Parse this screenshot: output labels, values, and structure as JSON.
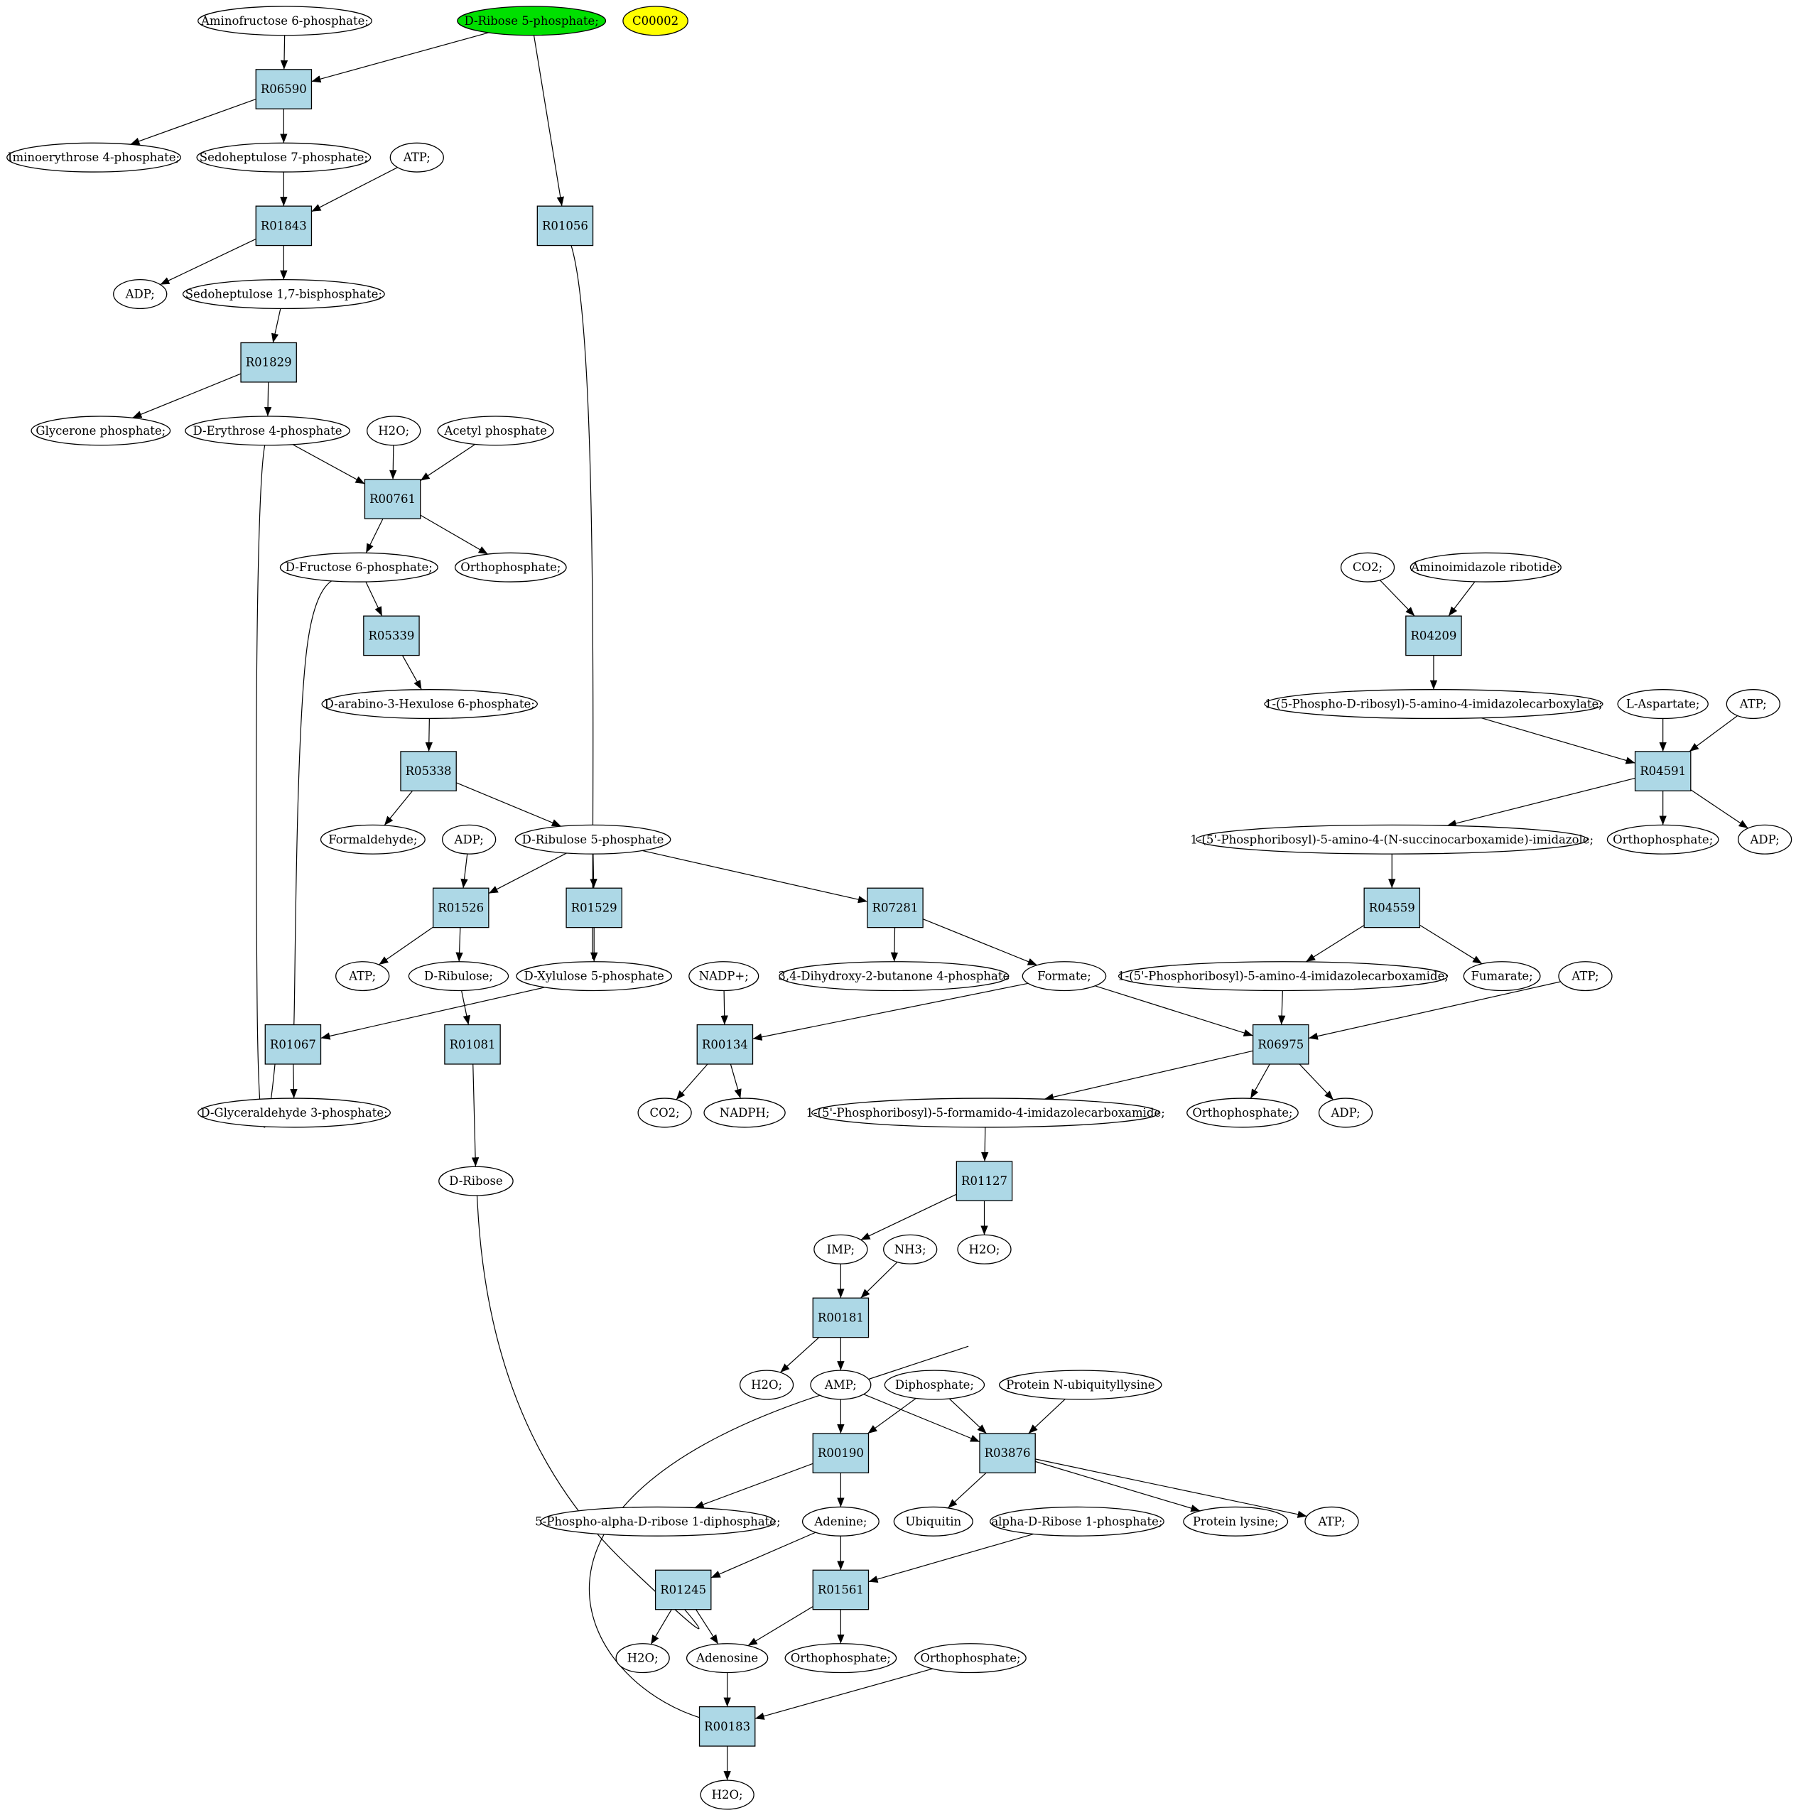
{
  "compounds": {
    "aminofructose6p": {
      "label": "Aminofructose 6-phosphate;"
    },
    "dribose5p": {
      "label": "D-Ribose 5-phosphate;",
      "fill": "#00e000"
    },
    "c00002": {
      "label": "C00002",
      "fill": "#ffff00"
    },
    "iminoerythrose4p": {
      "label": "Iminoerythrose 4-phosphate;"
    },
    "sedoheptulose7p": {
      "label": "Sedoheptulose 7-phosphate;"
    },
    "atp1": {
      "label": "ATP;"
    },
    "adp1": {
      "label": "ADP;"
    },
    "sedoheptulose17bp": {
      "label": "Sedoheptulose 1,7-bisphosphate;"
    },
    "glyceronep": {
      "label": "Glycerone phosphate;"
    },
    "derythrose4p": {
      "label": "D-Erythrose 4-phosphate"
    },
    "h2o1": {
      "label": "H2O;"
    },
    "acetylphosphate": {
      "label": "Acetyl phosphate"
    },
    "dfructose6p": {
      "label": "D-Fructose 6-phosphate;"
    },
    "orthophosphate1": {
      "label": "Orthophosphate;"
    },
    "darabino3hexulose6p": {
      "label": "D-arabino-3-Hexulose 6-phosphate;"
    },
    "formaldehyde": {
      "label": "Formaldehyde;"
    },
    "adp2": {
      "label": "ADP;"
    },
    "dribulose5p": {
      "label": "D-Ribulose 5-phosphate"
    },
    "atp2": {
      "label": "ATP;"
    },
    "dribulose": {
      "label": "D-Ribulose;"
    },
    "dxylulose5p": {
      "label": "D-Xylulose 5-phosphate"
    },
    "dglyceraldehyde3p": {
      "label": "D-Glyceraldehyde 3-phosphate;"
    },
    "dribose": {
      "label": "D-Ribose"
    },
    "nadp": {
      "label": "NADP+;"
    },
    "co2a": {
      "label": "CO2;"
    },
    "nadph": {
      "label": "NADPH;"
    },
    "dihydroxybutanone4p": {
      "label": "3,4-Dihydroxy-2-butanone 4-phosphate"
    },
    "formate": {
      "label": "Formate;"
    },
    "co2b": {
      "label": "CO2;"
    },
    "aminoimidazoleribotide": {
      "label": "Aminoimidazole ribotide;"
    },
    "air_carboxylate": {
      "label": "1-(5-Phospho-D-ribosyl)-5-amino-4-imidazolecarboxylate;"
    },
    "laspartate": {
      "label": "L-Aspartate;"
    },
    "atp3": {
      "label": "ATP;"
    },
    "saicar": {
      "label": "1-(5'-Phosphoribosyl)-5-amino-4-(N-succinocarboxamide)-imidazole;"
    },
    "orthophosphate2": {
      "label": "Orthophosphate;"
    },
    "adp3": {
      "label": "ADP;"
    },
    "aicar": {
      "label": "1-(5'-Phosphoribosyl)-5-amino-4-imidazolecarboxamide;"
    },
    "fumarate": {
      "label": "Fumarate;"
    },
    "atp4": {
      "label": "ATP;"
    },
    "faicar": {
      "label": "1-(5'-Phosphoribosyl)-5-formamido-4-imidazolecarboxamide;"
    },
    "orthophosphate3": {
      "label": "Orthophosphate;"
    },
    "adp4": {
      "label": "ADP;"
    },
    "imp": {
      "label": "IMP;"
    },
    "nh3": {
      "label": "NH3;"
    },
    "h2o2": {
      "label": "H2O;"
    },
    "h2o3": {
      "label": "H2O;"
    },
    "amp": {
      "label": "AMP;"
    },
    "diphosphate": {
      "label": "Diphosphate;"
    },
    "proteinubiquityllysine": {
      "label": "Protein N-ubiquityllysine"
    },
    "prpp": {
      "label": "5-Phospho-alpha-D-ribose 1-diphosphate;"
    },
    "adenine": {
      "label": "Adenine;"
    },
    "ubiquitin": {
      "label": "Ubiquitin"
    },
    "alphadribose1p": {
      "label": "alpha-D-Ribose 1-phosphate;"
    },
    "proteinlysine": {
      "label": "Protein lysine;"
    },
    "atp5": {
      "label": "ATP;"
    },
    "h2o4": {
      "label": "H2O;"
    },
    "adenosine": {
      "label": "Adenosine"
    },
    "orthophosphate4": {
      "label": "Orthophosphate;"
    },
    "orthophosphate5": {
      "label": "Orthophosphate;"
    },
    "h2o5": {
      "label": "H2O;"
    }
  },
  "reactions": {
    "r06590": {
      "label": "R06590"
    },
    "r01843": {
      "label": "R01843"
    },
    "r01056": {
      "label": "R01056"
    },
    "r01829": {
      "label": "R01829"
    },
    "r00761": {
      "label": "R00761"
    },
    "r05339": {
      "label": "R05339"
    },
    "r05338": {
      "label": "R05338"
    },
    "r01526": {
      "label": "R01526"
    },
    "r01529": {
      "label": "R01529"
    },
    "r07281": {
      "label": "R07281"
    },
    "r01067": {
      "label": "R01067"
    },
    "r01081": {
      "label": "R01081"
    },
    "r00134": {
      "label": "R00134"
    },
    "r04209": {
      "label": "R04209"
    },
    "r04591": {
      "label": "R04591"
    },
    "r04559": {
      "label": "R04559"
    },
    "r06975": {
      "label": "R06975"
    },
    "r01127": {
      "label": "R01127"
    },
    "r00181": {
      "label": "R00181"
    },
    "r00190": {
      "label": "R00190"
    },
    "r03876": {
      "label": "R03876"
    },
    "r01245": {
      "label": "R01245"
    },
    "r01561": {
      "label": "R01561"
    },
    "r00183": {
      "label": "R00183"
    }
  },
  "edges": [
    [
      "aminofructose6p",
      "r06590"
    ],
    [
      "dribose5p",
      "r06590"
    ],
    [
      "r06590",
      "iminoerythrose4p"
    ],
    [
      "r06590",
      "sedoheptulose7p"
    ],
    [
      "dribose5p",
      "r01056"
    ],
    [
      "r01056",
      "dribulose5p"
    ],
    [
      "sedoheptulose7p",
      "r01843"
    ],
    [
      "atp1",
      "r01843"
    ],
    [
      "r01843",
      "adp1"
    ],
    [
      "r01843",
      "sedoheptulose17bp"
    ],
    [
      "sedoheptulose17bp",
      "r01829"
    ],
    [
      "r01829",
      "glyceronep"
    ],
    [
      "r01829",
      "derythrose4p"
    ],
    [
      "derythrose4p",
      "r00761"
    ],
    [
      "h2o1",
      "r00761"
    ],
    [
      "acetylphosphate",
      "r00761"
    ],
    [
      "r00761",
      "dfructose6p"
    ],
    [
      "r00761",
      "orthophosphate1"
    ],
    [
      "dfructose6p",
      "r05339"
    ],
    [
      "r05339",
      "darabino3hexulose6p"
    ],
    [
      "darabino3hexulose6p",
      "r05338"
    ],
    [
      "r05338",
      "formaldehyde"
    ],
    [
      "r05338",
      "dribulose5p"
    ],
    [
      "adp2",
      "r01526"
    ],
    [
      "dribulose5p",
      "r01526"
    ],
    [
      "r01526",
      "atp2"
    ],
    [
      "r01526",
      "dribulose"
    ],
    [
      "dribulose5p",
      "r01529"
    ],
    [
      "r01529",
      "dxylulose5p"
    ],
    [
      "dribulose5p",
      "r07281"
    ],
    [
      "r07281",
      "dihydroxybutanone4p"
    ],
    [
      "r07281",
      "formate"
    ],
    [
      "derythrose4p",
      "r01067"
    ],
    [
      "dxylulose5p",
      "r01067"
    ],
    [
      "r01067",
      "dfructose6p"
    ],
    [
      "r01067",
      "dglyceraldehyde3p"
    ],
    [
      "dribulose",
      "r01081"
    ],
    [
      "r01081",
      "dribose"
    ],
    [
      "nadp",
      "r00134"
    ],
    [
      "formate",
      "r00134"
    ],
    [
      "r00134",
      "co2a"
    ],
    [
      "r00134",
      "nadph"
    ],
    [
      "co2b",
      "r04209"
    ],
    [
      "aminoimidazoleribotide",
      "r04209"
    ],
    [
      "r04209",
      "air_carboxylate"
    ],
    [
      "air_carboxylate",
      "r04591"
    ],
    [
      "laspartate",
      "r04591"
    ],
    [
      "atp3",
      "r04591"
    ],
    [
      "r04591",
      "saicar"
    ],
    [
      "r04591",
      "orthophosphate2"
    ],
    [
      "r04591",
      "adp3"
    ],
    [
      "saicar",
      "r04559"
    ],
    [
      "r04559",
      "aicar"
    ],
    [
      "r04559",
      "fumarate"
    ],
    [
      "formate",
      "r06975"
    ],
    [
      "aicar",
      "r06975"
    ],
    [
      "atp4",
      "r06975"
    ],
    [
      "r06975",
      "faicar"
    ],
    [
      "r06975",
      "orthophosphate3"
    ],
    [
      "r06975",
      "adp4"
    ],
    [
      "faicar",
      "r01127"
    ],
    [
      "r01127",
      "imp"
    ],
    [
      "r01127",
      "h2o2"
    ],
    [
      "imp",
      "r00181"
    ],
    [
      "nh3",
      "r00181"
    ],
    [
      "r00181",
      "h2o3"
    ],
    [
      "r00181",
      "amp"
    ],
    [
      "amp",
      "r00190"
    ],
    [
      "diphosphate",
      "r00190"
    ],
    [
      "r00190",
      "prpp"
    ],
    [
      "r00190",
      "adenine"
    ],
    [
      "amp",
      "r03876"
    ],
    [
      "diphosphate",
      "r03876"
    ],
    [
      "proteinubiquityllysine",
      "r03876"
    ],
    [
      "r03876",
      "ubiquitin"
    ],
    [
      "r03876",
      "proteinlysine"
    ],
    [
      "r03876",
      "atp5"
    ],
    [
      "dribose",
      "r01245"
    ],
    [
      "adenine",
      "r01245"
    ],
    [
      "r01245",
      "h2o4"
    ],
    [
      "r01245",
      "adenosine"
    ],
    [
      "adenine",
      "r01561"
    ],
    [
      "alphadribose1p",
      "r01561"
    ],
    [
      "r01561",
      "adenosine"
    ],
    [
      "r01561",
      "orthophosphate4"
    ],
    [
      "adenosine",
      "r00183"
    ],
    [
      "orthophosphate5",
      "r00183"
    ],
    [
      "r00183",
      "h2o5"
    ],
    [
      "r00183",
      "amp"
    ]
  ]
}
